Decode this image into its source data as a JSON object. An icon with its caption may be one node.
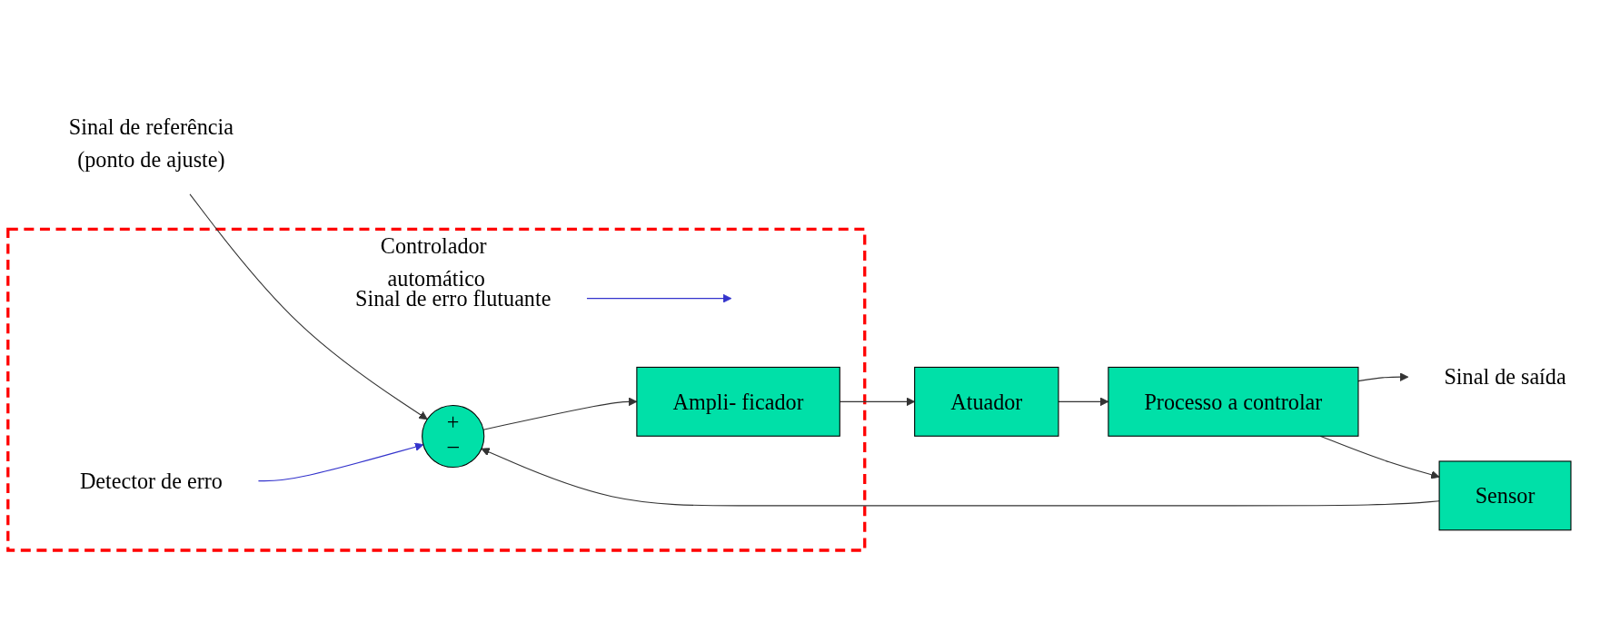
{
  "diagram": {
    "nodes": [
      {
        "text": [
          "Controlador automático"
        ]
      },
      {
        "text": [
          "+",
          "–"
        ],
        "in": 0
      },
      {
        "text": [
          "Ampli- ficador"
        ],
        "in": 0
      },
      {
        "text": [
          "Detector de erro"
        ],
        "in": 0
      },
      {
        "text": [
          "Sinal de erro flutuante"
        ],
        "in": 0
      },
      {
        "text": [
          "Sinal de referência",
          "(ponto de ajuste)"
        ]
      },
      {
        "text": [
          "Atuador"
        ]
      },
      {
        "text": [
          "Processo a controlar"
        ]
      },
      {
        "text": [
          "Sinal de saída"
        ]
      },
      {
        "text": [
          "Sensor"
        ]
      }
    ],
    "edges": [
      {
        "from": 5,
        "to": 1,
        "arrow": "to"
      },
      {
        "from": 1,
        "to": 2,
        "arrow": "to"
      },
      {
        "from": 2,
        "to": 6,
        "arrow": "to"
      },
      {
        "from": 6,
        "to": 7,
        "arrow": "to"
      },
      {
        "from": 7,
        "to": 8,
        "arrow": "to"
      },
      {
        "from": 7,
        "to": 9,
        "arrow": "to"
      },
      {
        "from": 9,
        "to": 1,
        "arrow": "to"
      },
      {
        "from": 3,
        "to": 1,
        "arrow": "to",
        "color": "#3333cc"
      },
      {
        "from": 4,
        "to": null,
        "arrow": "to",
        "color": "#3333cc"
      }
    ]
  }
}
